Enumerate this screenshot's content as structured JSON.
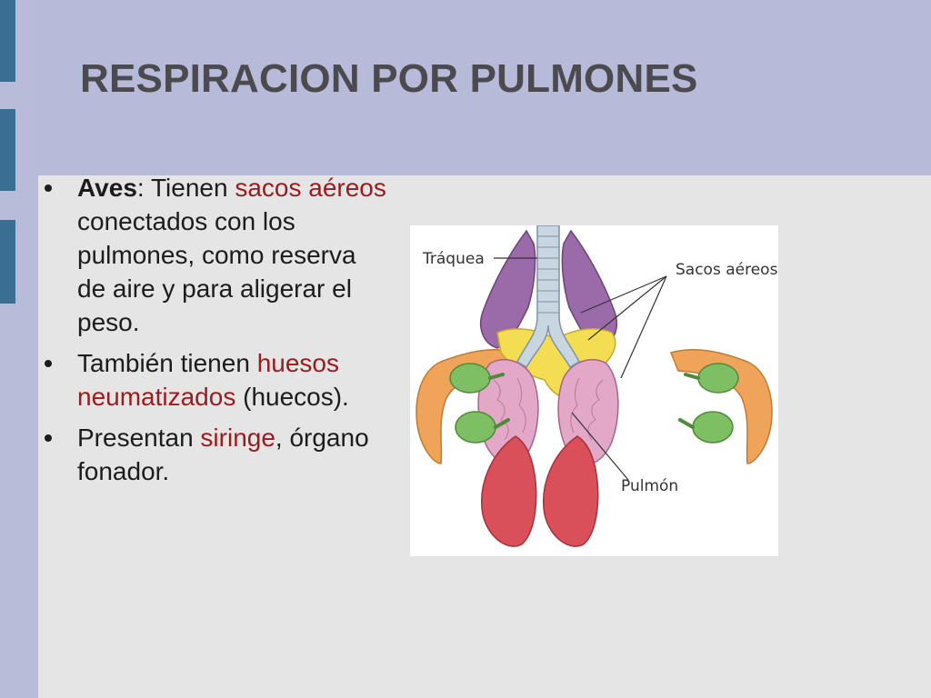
{
  "slide": {
    "title": "RESPIRACION POR PULMONES",
    "bullets": [
      {
        "lead": "Aves",
        "sep": ": ",
        "t1": "Tienen ",
        "h1": "sacos aéreos",
        "t2": " conectados con los pulmones, como reserva de aire y para aligerar el peso."
      },
      {
        "t1": "También tienen ",
        "h1": "huesos neumatizados",
        "t2": " (huecos)."
      },
      {
        "t1": "Presentan ",
        "h1": "siringe",
        "t2": ", órgano fonador."
      }
    ]
  },
  "figure": {
    "labels": {
      "trachea": "Tráquea",
      "air_sacs": "Sacos aéreos",
      "lung": "Pulmón"
    }
  },
  "colors": {
    "background": "#b7bbd9",
    "panel": "#e5e5e5",
    "accent_bar": "#3b6e93",
    "title": "#4a4a4f",
    "highlight": "#9a1b1e"
  }
}
